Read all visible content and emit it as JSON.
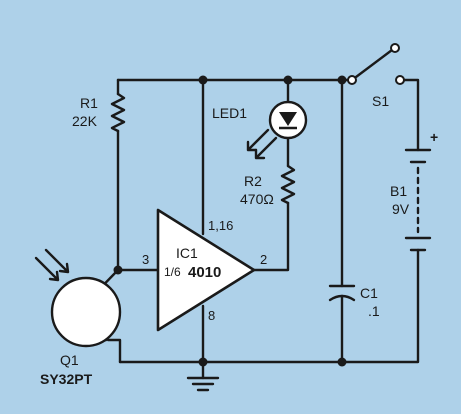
{
  "colors": {
    "background": "#aed1e9",
    "frame": "#ffffff",
    "wire": "#1a1a1a",
    "led_fill": "#ffffff",
    "op_amp_fill": "#ffffff",
    "transistor_fill": "#ffffff"
  },
  "components": {
    "r1": {
      "ref": "R1",
      "value": "22K"
    },
    "led1": {
      "ref": "LED1"
    },
    "r2": {
      "ref": "R2",
      "value": "470Ω"
    },
    "ic1": {
      "ref": "IC1",
      "fraction": "1/6",
      "part": "4010"
    },
    "pins": {
      "pin3": "3",
      "pin2": "2",
      "pin_supply": "1,16",
      "pin_gnd": "8"
    },
    "s1": {
      "ref": "S1"
    },
    "b1": {
      "ref": "B1",
      "value": "9V",
      "polarity": "+"
    },
    "c1": {
      "ref": "C1",
      "value": ".1"
    },
    "q1": {
      "ref": "Q1",
      "part": "SY32PT"
    }
  }
}
